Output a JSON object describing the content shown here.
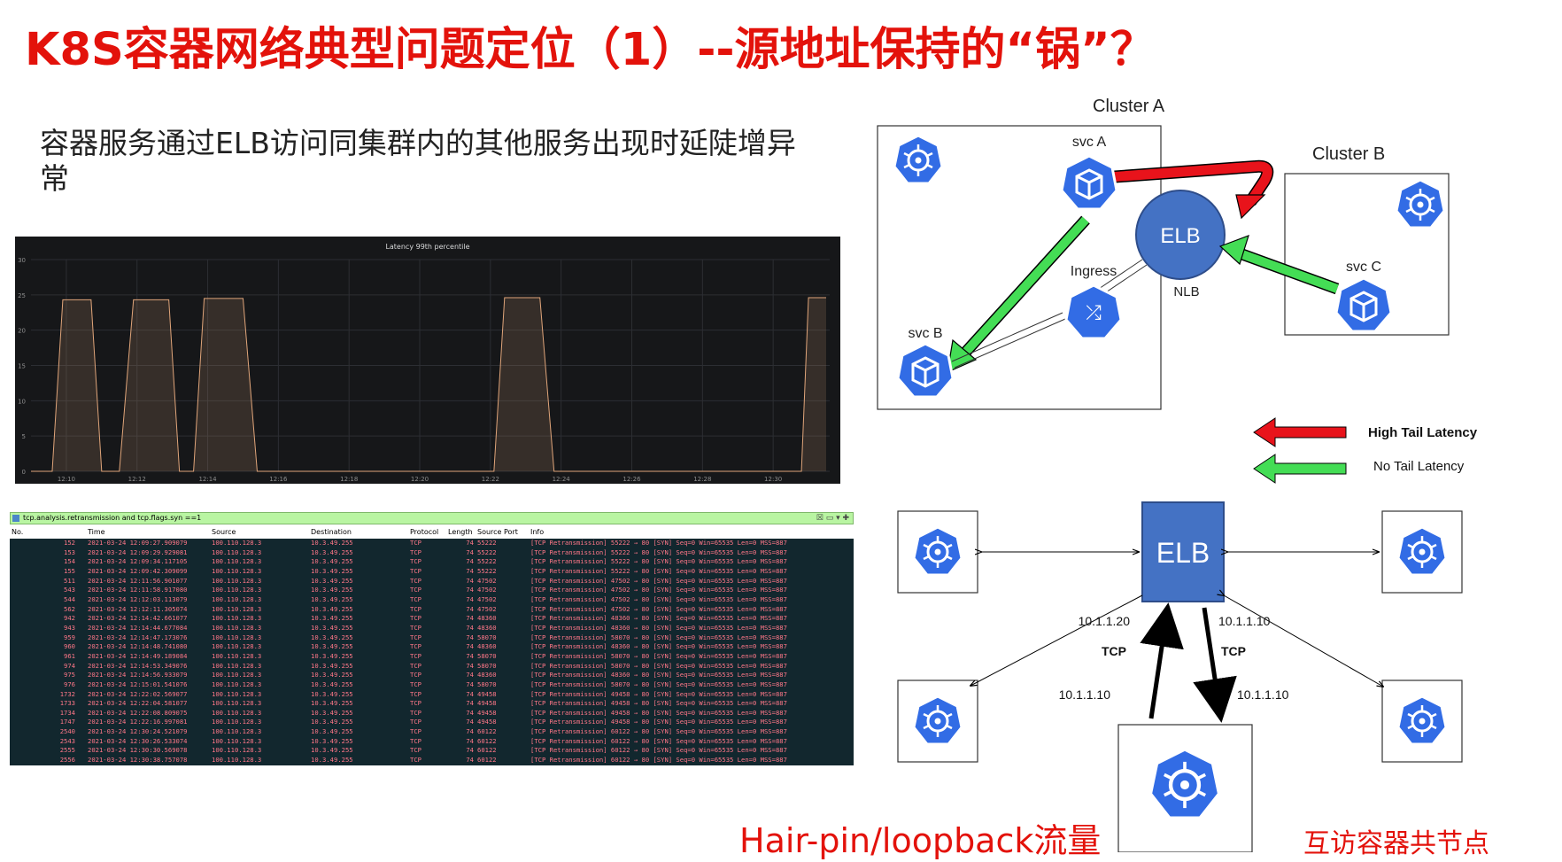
{
  "slide": {
    "title": "K8S容器网络典型问题定位（1）--源地址保持的“锅”？",
    "subtitle": "容器服务通过ELB访问同集群内的其他服务出现时延陡增异常",
    "bottom_left_label": "Hair-pin/loopback流量",
    "bottom_right_label": "互访容器共节点"
  },
  "grafana": {
    "title": "Latency 99th percentile",
    "chart_data": {
      "type": "area",
      "title": "Latency 99th percentile",
      "x_ticks": [
        "12:10",
        "12:12",
        "12:14",
        "12:16",
        "12:18",
        "12:20",
        "12:22",
        "12:24",
        "12:26",
        "12:28",
        "12:30"
      ],
      "y_ticks": [
        "0",
        "5",
        "10",
        "15",
        "20",
        "25",
        "30"
      ],
      "ylim": [
        0,
        30
      ],
      "series": [
        {
          "x": [
            "12:09.0",
            "12:09.6",
            "12:09.9",
            "12:10.7",
            "12:11.0",
            "12:11.5",
            "12:11.9",
            "12:12.9",
            "12:13.2",
            "12:13.6",
            "12:13.9",
            "12:15.0",
            "12:15.4",
            "12:22.1",
            "12:22.4",
            "12:23.4",
            "12:23.8",
            "12:30.8",
            "12:31.0",
            "12:31.5"
          ],
          "values": [
            0,
            0,
            24.3,
            24.3,
            0,
            0,
            24.3,
            24.3,
            0,
            0,
            24.5,
            24.5,
            0,
            0,
            24.6,
            24.6,
            0,
            0,
            24.6,
            24.6
          ]
        }
      ],
      "grid": true
    }
  },
  "wireshark": {
    "filter": "tcp.analysis.retransmission and tcp.flags.syn ==1",
    "columns": [
      "No.",
      "Time",
      "Source",
      "Destination",
      "Protocol",
      "Length",
      "Source Port",
      "Info"
    ],
    "rows": [
      [
        "152",
        "2021-03-24 12:09:27.909079",
        "100.110.128.3",
        "10.3.49.255",
        "TCP",
        "74",
        "55222",
        "[TCP Retransmission] 55222 → 80 [SYN] Seq=0 Win=65535 Len=0 MSS=887"
      ],
      [
        "153",
        "2021-03-24 12:09:29.929081",
        "100.110.128.3",
        "10.3.49.255",
        "TCP",
        "74",
        "55222",
        "[TCP Retransmission] 55222 → 80 [SYN] Seq=0 Win=65535 Len=0 MSS=887"
      ],
      [
        "154",
        "2021-03-24 12:09:34.117105",
        "100.110.128.3",
        "10.3.49.255",
        "TCP",
        "74",
        "55222",
        "[TCP Retransmission] 55222 → 80 [SYN] Seq=0 Win=65535 Len=0 MSS=887"
      ],
      [
        "155",
        "2021-03-24 12:09:42.309099",
        "100.110.128.3",
        "10.3.49.255",
        "TCP",
        "74",
        "55222",
        "[TCP Retransmission] 55222 → 80 [SYN] Seq=0 Win=65535 Len=0 MSS=887"
      ],
      [
        "511",
        "2021-03-24 12:11:56.901077",
        "100.110.128.3",
        "10.3.49.255",
        "TCP",
        "74",
        "47502",
        "[TCP Retransmission] 47502 → 80 [SYN] Seq=0 Win=65535 Len=0 MSS=887"
      ],
      [
        "543",
        "2021-03-24 12:11:58.917080",
        "100.110.128.3",
        "10.3.49.255",
        "TCP",
        "74",
        "47502",
        "[TCP Retransmission] 47502 → 80 [SYN] Seq=0 Win=65535 Len=0 MSS=887"
      ],
      [
        "544",
        "2021-03-24 12:12:03.113079",
        "100.110.128.3",
        "10.3.49.255",
        "TCP",
        "74",
        "47502",
        "[TCP Retransmission] 47502 → 80 [SYN] Seq=0 Win=65535 Len=0 MSS=887"
      ],
      [
        "562",
        "2021-03-24 12:12:11.305074",
        "100.110.128.3",
        "10.3.49.255",
        "TCP",
        "74",
        "47502",
        "[TCP Retransmission] 47502 → 80 [SYN] Seq=0 Win=65535 Len=0 MSS=887"
      ],
      [
        "942",
        "2021-03-24 12:14:42.661077",
        "100.110.128.3",
        "10.3.49.255",
        "TCP",
        "74",
        "48360",
        "[TCP Retransmission] 48360 → 80 [SYN] Seq=0 Win=65535 Len=0 MSS=887"
      ],
      [
        "943",
        "2021-03-24 12:14:44.677084",
        "100.110.128.3",
        "10.3.49.255",
        "TCP",
        "74",
        "48360",
        "[TCP Retransmission] 48360 → 80 [SYN] Seq=0 Win=65535 Len=0 MSS=887"
      ],
      [
        "959",
        "2021-03-24 12:14:47.173076",
        "100.110.128.3",
        "10.3.49.255",
        "TCP",
        "74",
        "58070",
        "[TCP Retransmission] 58070 → 80 [SYN] Seq=0 Win=65535 Len=0 MSS=887"
      ],
      [
        "960",
        "2021-03-24 12:14:48.741080",
        "100.110.128.3",
        "10.3.49.255",
        "TCP",
        "74",
        "48360",
        "[TCP Retransmission] 48360 → 80 [SYN] Seq=0 Win=65535 Len=0 MSS=887"
      ],
      [
        "961",
        "2021-03-24 12:14:49.189084",
        "100.110.128.3",
        "10.3.49.255",
        "TCP",
        "74",
        "58070",
        "[TCP Retransmission] 58070 → 80 [SYN] Seq=0 Win=65535 Len=0 MSS=887"
      ],
      [
        "974",
        "2021-03-24 12:14:53.349076",
        "100.110.128.3",
        "10.3.49.255",
        "TCP",
        "74",
        "58070",
        "[TCP Retransmission] 58070 → 80 [SYN] Seq=0 Win=65535 Len=0 MSS=887"
      ],
      [
        "975",
        "2021-03-24 12:14:56.933079",
        "100.110.128.3",
        "10.3.49.255",
        "TCP",
        "74",
        "48360",
        "[TCP Retransmission] 48360 → 80 [SYN] Seq=0 Win=65535 Len=0 MSS=887"
      ],
      [
        "976",
        "2021-03-24 12:15:01.541076",
        "100.110.128.3",
        "10.3.49.255",
        "TCP",
        "74",
        "58070",
        "[TCP Retransmission] 58070 → 80 [SYN] Seq=0 Win=65535 Len=0 MSS=887"
      ],
      [
        "1732",
        "2021-03-24 12:22:02.569077",
        "100.110.128.3",
        "10.3.49.255",
        "TCP",
        "74",
        "49458",
        "[TCP Retransmission] 49458 → 80 [SYN] Seq=0 Win=65535 Len=0 MSS=887"
      ],
      [
        "1733",
        "2021-03-24 12:22:04.581077",
        "100.110.128.3",
        "10.3.49.255",
        "TCP",
        "74",
        "49458",
        "[TCP Retransmission] 49458 → 80 [SYN] Seq=0 Win=65535 Len=0 MSS=887"
      ],
      [
        "1734",
        "2021-03-24 12:22:08.809075",
        "100.110.128.3",
        "10.3.49.255",
        "TCP",
        "74",
        "49458",
        "[TCP Retransmission] 49458 → 80 [SYN] Seq=0 Win=65535 Len=0 MSS=887"
      ],
      [
        "1747",
        "2021-03-24 12:22:16.997081",
        "100.110.128.3",
        "10.3.49.255",
        "TCP",
        "74",
        "49458",
        "[TCP Retransmission] 49458 → 80 [SYN] Seq=0 Win=65535 Len=0 MSS=887"
      ],
      [
        "2540",
        "2021-03-24 12:30:24.521079",
        "100.110.128.3",
        "10.3.49.255",
        "TCP",
        "74",
        "60122",
        "[TCP Retransmission] 60122 → 80 [SYN] Seq=0 Win=65535 Len=0 MSS=887"
      ],
      [
        "2543",
        "2021-03-24 12:30:26.533074",
        "100.110.128.3",
        "10.3.49.255",
        "TCP",
        "74",
        "60122",
        "[TCP Retransmission] 60122 → 80 [SYN] Seq=0 Win=65535 Len=0 MSS=887"
      ],
      [
        "2555",
        "2021-03-24 12:30:30.569078",
        "100.110.128.3",
        "10.3.49.255",
        "TCP",
        "74",
        "60122",
        "[TCP Retransmission] 60122 → 80 [SYN] Seq=0 Win=65535 Len=0 MSS=887"
      ],
      [
        "2556",
        "2021-03-24 12:30:38.757078",
        "100.110.128.3",
        "10.3.49.255",
        "TCP",
        "74",
        "60122",
        "[TCP Retransmission] 60122 → 80 [SYN] Seq=0 Win=65535 Len=0 MSS=887"
      ]
    ]
  },
  "diagram_top": {
    "cluster_a": "Cluster A",
    "cluster_b": "Cluster B",
    "svc_a": "svc A",
    "svc_b": "svc B",
    "svc_c": "svc C",
    "ingress": "Ingress",
    "elb": "ELB",
    "nlb": "NLB",
    "legend_high": "High Tail Latency",
    "legend_no": "No Tail Latency",
    "colors": {
      "red": "#e8131b",
      "green": "#2ecc40",
      "k8s_blue": "#326ce5",
      "elb_blue": "#4472c4"
    }
  },
  "diagram_bottom": {
    "elb": "ELB",
    "ip_left_top": "10.1.1.20",
    "ip_right_top": "10.1.1.10",
    "proto_left": "TCP",
    "proto_right": "TCP",
    "ip_left_bottom": "10.1.1.10",
    "ip_right_bottom": "10.1.1.10"
  }
}
